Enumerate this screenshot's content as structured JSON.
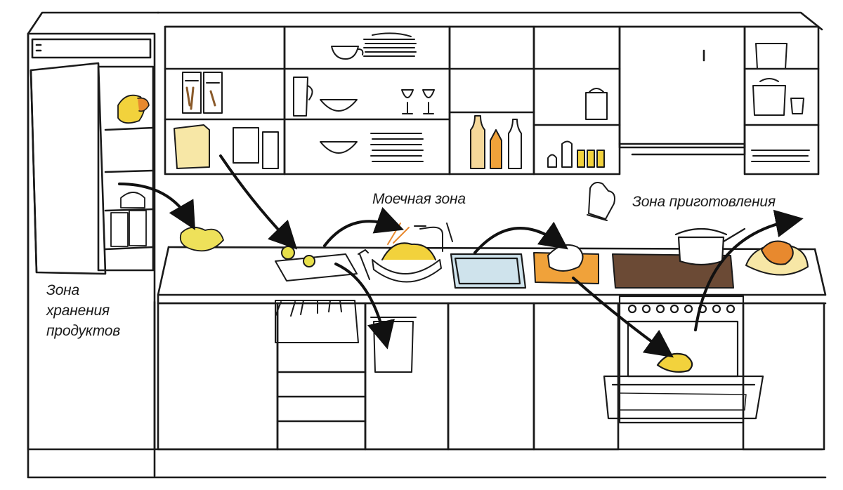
{
  "labels": {
    "storage_zone": [
      "Зона",
      "хранения",
      "продуктов"
    ],
    "washing_zone": "Моечная зона",
    "cooking_zone": "Зона приготовления"
  },
  "colors": {
    "ink": "#1a1a1a",
    "food_yellow": "#f2d23c",
    "food_orange": "#e8892e",
    "cutting_board": "#f0a23a",
    "stovetop": "#6b4a35",
    "sink_blue": "#cfe3ec"
  },
  "icons": [
    "fridge",
    "plate-stack",
    "cups",
    "glasses",
    "bottles",
    "oven-mitt",
    "pot",
    "roast-chicken",
    "faucet",
    "knife",
    "cutting-board",
    "oven",
    "trash-bin",
    "cutlery-drawer"
  ]
}
